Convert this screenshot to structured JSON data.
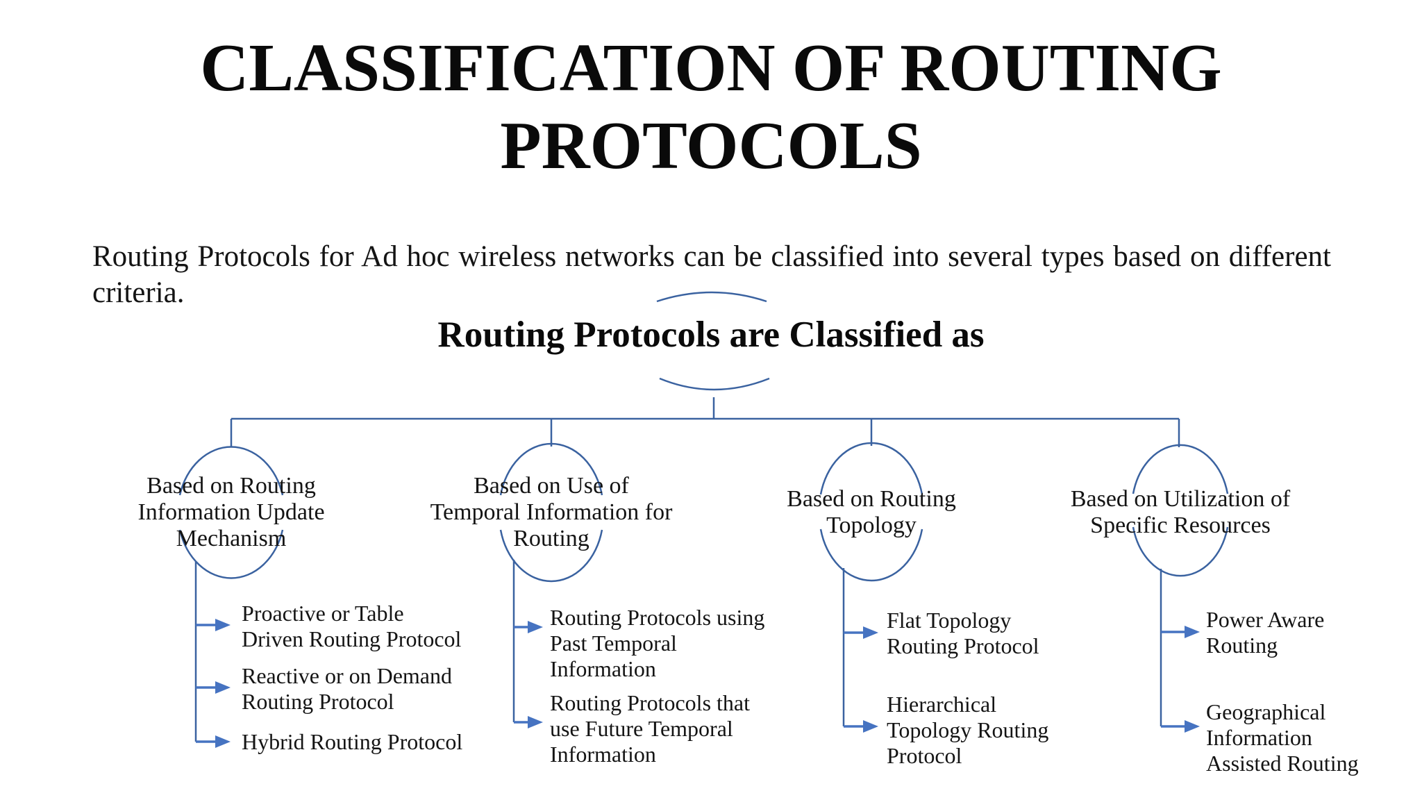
{
  "slide": {
    "title": "CLASSIFICATION OF ROUTING\nPROTOCOLS",
    "intro": "Routing Protocols for Ad hoc wireless networks can be classified into several types based on different criteria.",
    "subtitle": "Routing Protocols are Classified as"
  },
  "colors": {
    "line": "#3a62a0",
    "arrow": "#4673c1",
    "text": "#141414",
    "background": "#ffffff"
  },
  "branches": [
    {
      "label": "Based on Routing\nInformation Update\nMechanism",
      "children": [
        "Proactive or Table\nDriven Routing Protocol",
        "Reactive or on Demand\nRouting Protocol",
        "Hybrid Routing Protocol"
      ]
    },
    {
      "label": "Based on Use of\nTemporal Information for\nRouting",
      "children": [
        "Routing Protocols using\nPast Temporal\nInformation",
        "Routing Protocols that\nuse Future Temporal\nInformation"
      ]
    },
    {
      "label": "Based on Routing\nTopology",
      "children": [
        "Flat Topology\nRouting Protocol",
        "Hierarchical\nTopology Routing\nProtocol"
      ]
    },
    {
      "label": "Based on Utilization of\nSpecific Resources",
      "children": [
        "Power Aware\nRouting",
        "Geographical\nInformation\nAssisted Routing"
      ]
    }
  ]
}
